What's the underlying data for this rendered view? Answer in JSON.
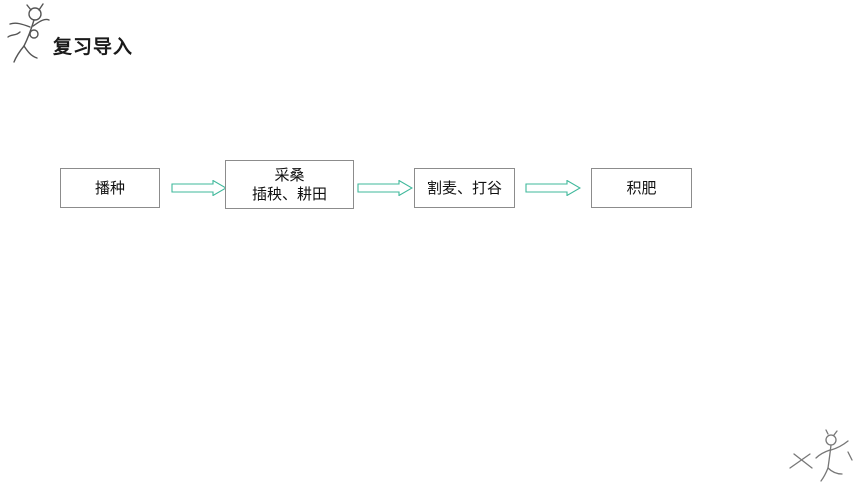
{
  "header": {
    "title": "复习导入"
  },
  "flow": {
    "step1": {
      "label": "播种"
    },
    "step2": {
      "line1": "采桑",
      "line2": "插秧、耕田"
    },
    "step3": {
      "label": "割麦、打谷"
    },
    "step4": {
      "label": "积肥"
    }
  },
  "colors": {
    "arrow": "#3fb89b",
    "box_border": "#8c8c8c",
    "text": "#111111"
  },
  "icons": {
    "top_left": "stick-figure-icon",
    "bottom_right": "stick-figure-icon"
  }
}
